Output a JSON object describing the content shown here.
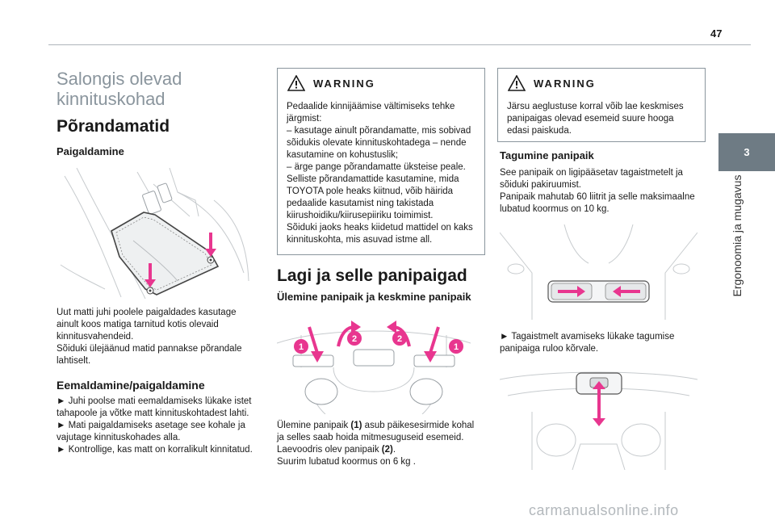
{
  "page": {
    "number": "47",
    "chapter_tab": "3",
    "chapter_title": "Ergonoomia ja mugavus",
    "watermark": "carmanualsonline.info"
  },
  "col1": {
    "section_title": "Salongis olevad kinnituskohad",
    "heading": "Põrandamatid",
    "sub1": "Paigaldamine",
    "para1": [
      "Uut matti juhi poolele paigaldades kasutage",
      "ainult koos matiga tarnitud kotis olevaid",
      "kinnitusvahendeid.",
      "Sõiduki ülejäänud matid pannakse põrandale",
      "lahtiselt."
    ],
    "sub2": "Eemaldamine/paigaldamine",
    "para2": [
      "► Juhi poolse mati eemaldamiseks lükake istet",
      "tahapoole ja võtke matt kinnituskohtadest lahti.",
      "► Mati paigaldamiseks asetage see kohale ja",
      "vajutage kinnituskohades alla.",
      "► Kontrollige, kas matt on korralikult kinnitatud."
    ]
  },
  "col2": {
    "warning_title": "WARNING",
    "warning_lines": [
      "Pedaalide kinnijäämise vältimiseks tehke",
      "järgmist:",
      "– kasutage ainult põrandamatte, mis sobivad",
      "sõidukis olevate kinnituskohtadega – nende",
      "kasutamine on kohustuslik;",
      "– ärge pange põrandamatte üksteise peale.",
      "Selliste põrandamattide kasutamine, mida",
      "TOYOTA pole heaks kiitnud, võib häirida",
      "pedaalide kasutamist ning takistada",
      "kiirushoidiku/kiirusepiiriku toimimist.",
      "Sõiduki jaoks heaks kiidetud mattidel on kaks",
      "kinnituskohta, mis asuvad istme all."
    ],
    "heading": "Lagi ja selle panipaigad",
    "sub": "Ülemine panipaik ja keskmine panipaik",
    "callouts": [
      "1",
      "2",
      "2",
      "1"
    ],
    "para_lines": [
      [
        "Ülemine panipaik ",
        "(1)",
        " asub päikesesirmide kohal"
      ],
      [
        "ja selles saab hoida mitmesuguseid esemeid."
      ],
      [
        "Laevoodris olev panipaik ",
        "(2)",
        "."
      ],
      [
        "Suurim lubatud koormus on 6 kg ."
      ]
    ]
  },
  "col3": {
    "warning_title": "WARNING",
    "warning_lines": [
      "Järsu aeglustuse korral võib lae keskmises",
      "panipaigas olevad esemeid suure hooga",
      "edasi paiskuda."
    ],
    "sub": "Tagumine panipaik",
    "para1": [
      "See panipaik on ligipääsetav tagaistmetelt ja",
      "sõiduki pakiruumist.",
      "Panipaik mahutab 60 liitrit ja selle maksimaalne",
      "lubatud koormus on 10 kg."
    ],
    "para2": [
      "► Tagaistmelt avamiseks lükake tagumise",
      "panipaiga ruloo kõrvale."
    ]
  },
  "colors": {
    "accent_arrow": "#e8368f",
    "callout_fill": "#e8368f",
    "tab_bg": "#6e7b84",
    "line_gray": "#8a959d"
  }
}
